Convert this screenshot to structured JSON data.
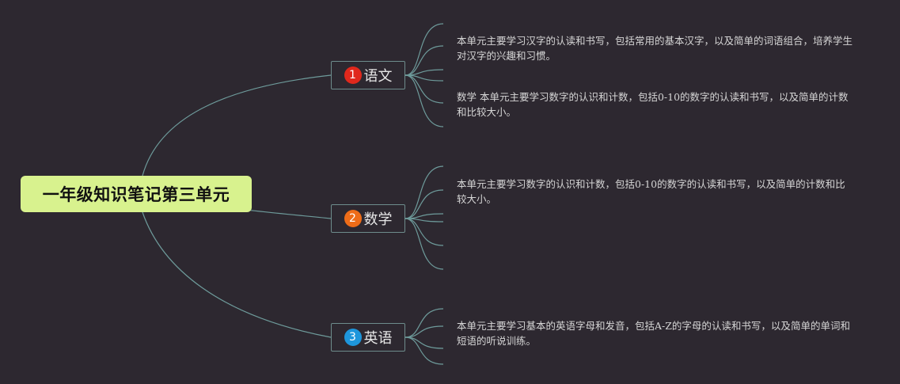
{
  "colors": {
    "background": "#2d2830",
    "root_fill": "#d8f28e",
    "link": "#6e9b9b",
    "topic_border": "#6e8c8c"
  },
  "root": {
    "label": "一年级知识笔记第三单元"
  },
  "topics": [
    {
      "number": "1",
      "label": "语文",
      "badge_color": "#e0281c",
      "notes": [
        "本单元主要学习汉字的认读和书写，包括常用的基本汉字，以及简单的词语组合，培养学生对汉字的兴趣和习惯。",
        "数学 本单元主要学习数字的认识和计数，包括0-10的数字的认读和书写，以及简单的计数和比较大小。"
      ]
    },
    {
      "number": "2",
      "label": "数学",
      "badge_color": "#ee6c18",
      "notes": [
        "本单元主要学习数字的认识和计数，包括0-10的数字的认读和书写，以及简单的计数和比较大小。"
      ]
    },
    {
      "number": "3",
      "label": "英语",
      "badge_color": "#1e96dc",
      "notes": [
        "本单元主要学习基本的英语字母和发音，包括A-Z的字母的认读和书写，以及简单的单词和短语的听说训练。"
      ]
    }
  ]
}
